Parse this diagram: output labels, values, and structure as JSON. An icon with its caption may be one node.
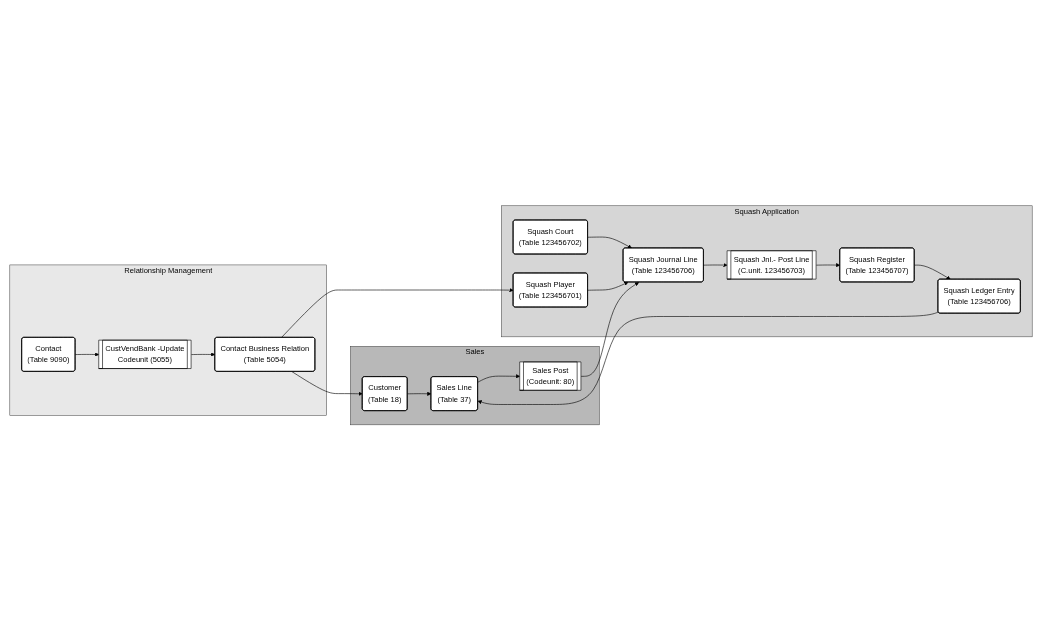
{
  "diagram": {
    "nodes": [
      {
        "text": [
          "Relationship Management"
        ]
      },
      {
        "text": [
          "Contact",
          "(Table 9090)"
        ],
        "in": 0
      },
      {
        "text": [
          "CustVendBank -Update",
          "Codeunit (5055)"
        ],
        "in": 0
      },
      {
        "text": [
          "Contact Business Relation",
          "(Table 5054)"
        ],
        "in": 0
      },
      {
        "text": [
          "Sales"
        ]
      },
      {
        "text": [
          "Customer",
          "(Table 18)"
        ],
        "in": 4
      },
      {
        "text": [
          "Sales Line",
          "(Table 37)"
        ],
        "in": 4
      },
      {
        "text": [
          "Sales Post",
          "(Codeunit: 80)"
        ],
        "in": 4
      },
      {
        "text": [
          "Squash Application"
        ]
      },
      {
        "text": [
          "Squash Court",
          "(Table 123456702)"
        ],
        "in": 8
      },
      {
        "text": [
          "Squash Player",
          "(Table 123456701)"
        ],
        "in": 8
      },
      {
        "text": [
          "Squash Ledger Entry",
          "(Table 123456706)"
        ],
        "in": 8
      },
      {
        "text": [
          "Squash Journal Line",
          "(Table 123456706)"
        ],
        "in": 8
      },
      {
        "text": [
          "Squash Jnl.- Post Line",
          "(C.unit. 123456703)"
        ],
        "in": 8
      },
      {
        "text": [
          "Squash Register",
          "(Table 123456707)"
        ],
        "in": 8
      }
    ],
    "edges": [
      {
        "from": 1,
        "to": 2,
        "arrow": "to"
      },
      {
        "from": 2,
        "to": 3,
        "arrow": "to"
      },
      {
        "from": 3,
        "to": 5,
        "arrow": "to"
      },
      {
        "from": 3,
        "to": 10,
        "arrow": "to"
      },
      {
        "from": 5,
        "to": 6,
        "arrow": "to"
      },
      {
        "from": 6,
        "to": 7,
        "arrow": "to"
      },
      {
        "from": 9,
        "to": 12,
        "arrow": "to"
      },
      {
        "from": 10,
        "to": 12,
        "arrow": "to"
      },
      {
        "from": 11,
        "to": 6,
        "arrow": "to"
      },
      {
        "from": 12,
        "to": 13,
        "arrow": "to"
      },
      {
        "from": 13,
        "to": 14,
        "arrow": "to"
      },
      {
        "from": 14,
        "to": 11,
        "arrow": "to"
      },
      {
        "from": 7,
        "to": 12,
        "arrow": "to"
      }
    ]
  }
}
